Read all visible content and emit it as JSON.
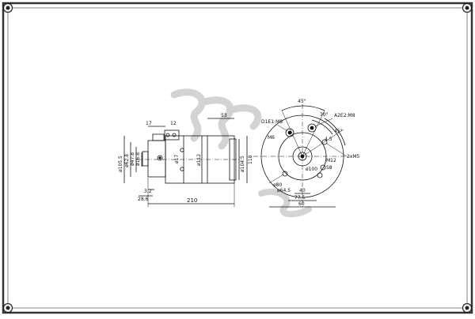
{
  "drawing": {
    "side_view": {
      "dims": {
        "top_17": "17",
        "top_53": "53",
        "top_12": "12",
        "left_105_5": "ø105.5",
        "left_62_8": "ø62.8",
        "left_47_8": "ø47.8",
        "left_16_8": "ø16.8",
        "mid_17": "ø17",
        "mid_112": "ø112",
        "right_104_5": "ø104.5",
        "right_118": "118",
        "bot_3_2": "3.2",
        "bot_28_6": "28.6",
        "bot_210": "210"
      }
    },
    "end_view": {
      "dims": {
        "angle_45": "45°",
        "angle_30": "30°",
        "angle_45b": "45°",
        "thread_d1e": "D1E1:M8",
        "thread_a2e2": "A2E2:M8",
        "thread_2xm5": "2xM5",
        "m6": "M6",
        "dia_4_5": "4.5",
        "dia_80": "ø80",
        "dia_64_5": "ø64.5",
        "dia_100": "ø100",
        "dim_40": "40",
        "dim_77_5": "77.5",
        "dim_60": "60",
        "s8": "S8",
        "m12": "M12"
      }
    },
    "watermark": "3Effe"
  }
}
